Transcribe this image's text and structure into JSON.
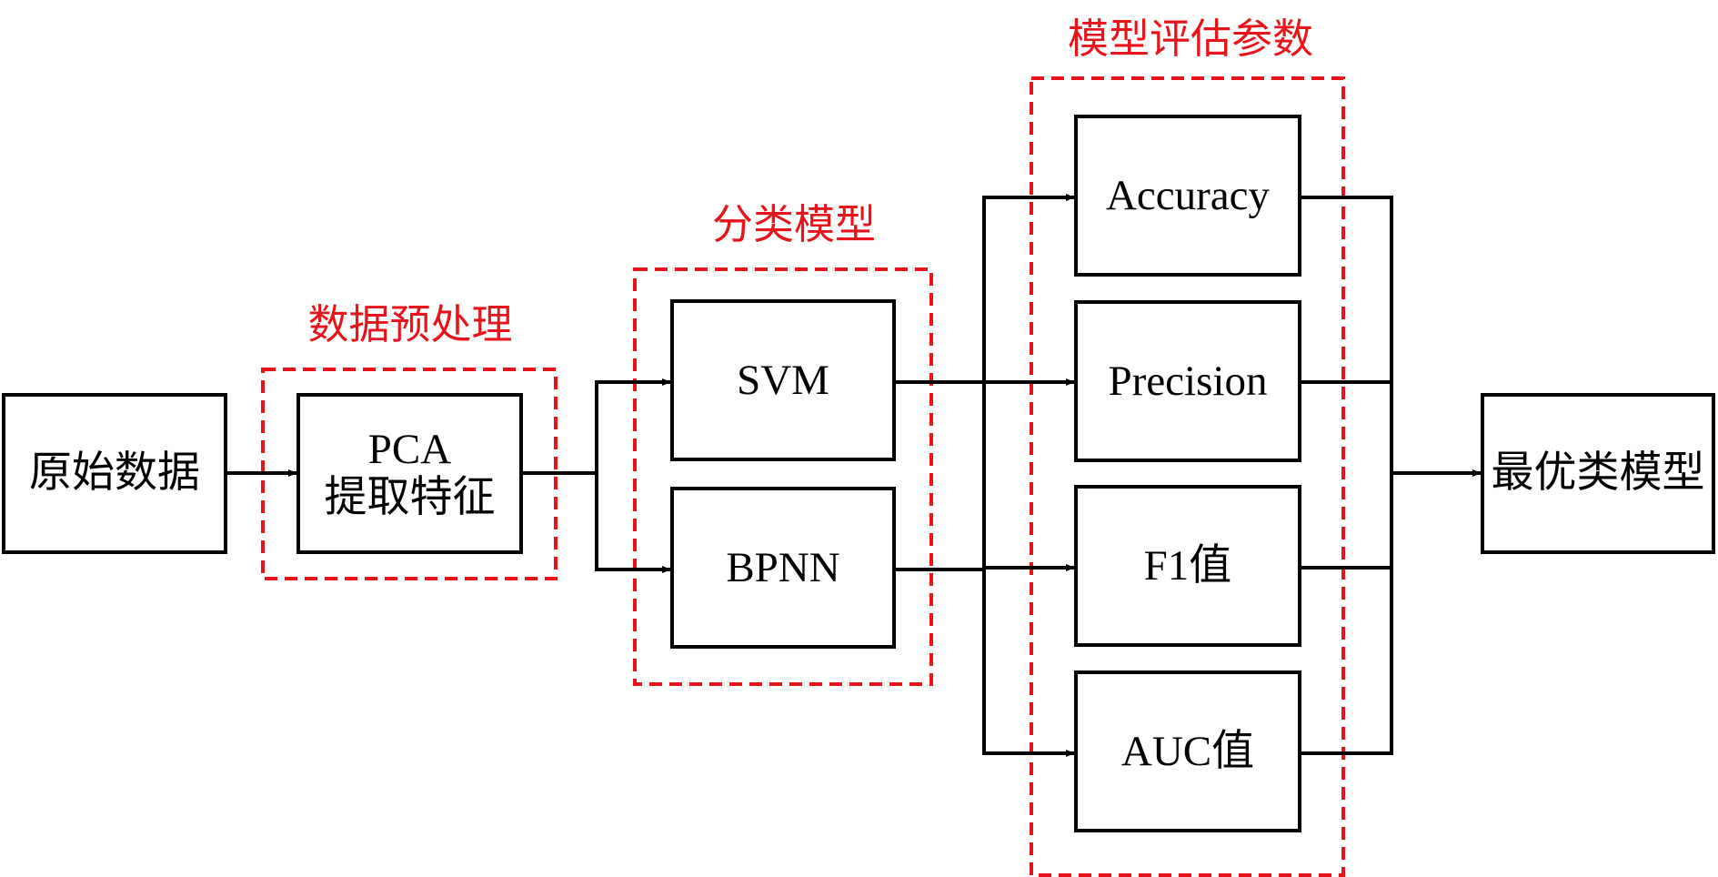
{
  "colors": {
    "node_border": "#000000",
    "group_border": "#e8141c",
    "group_label": "#e8141c",
    "connector": "#000000"
  },
  "groups": {
    "preprocess": "数据预处理",
    "classifier": "分类模型",
    "evaluation": "模型评估参数"
  },
  "nodes": {
    "raw_data": "原始数据",
    "pca_line1": "PCA",
    "pca_line2": "提取特征",
    "svm": "SVM",
    "bpnn": "BPNN",
    "accuracy": "Accuracy",
    "precision": "Precision",
    "f1": "F1值",
    "auc": "AUC值",
    "best_model": "最优类模型"
  }
}
